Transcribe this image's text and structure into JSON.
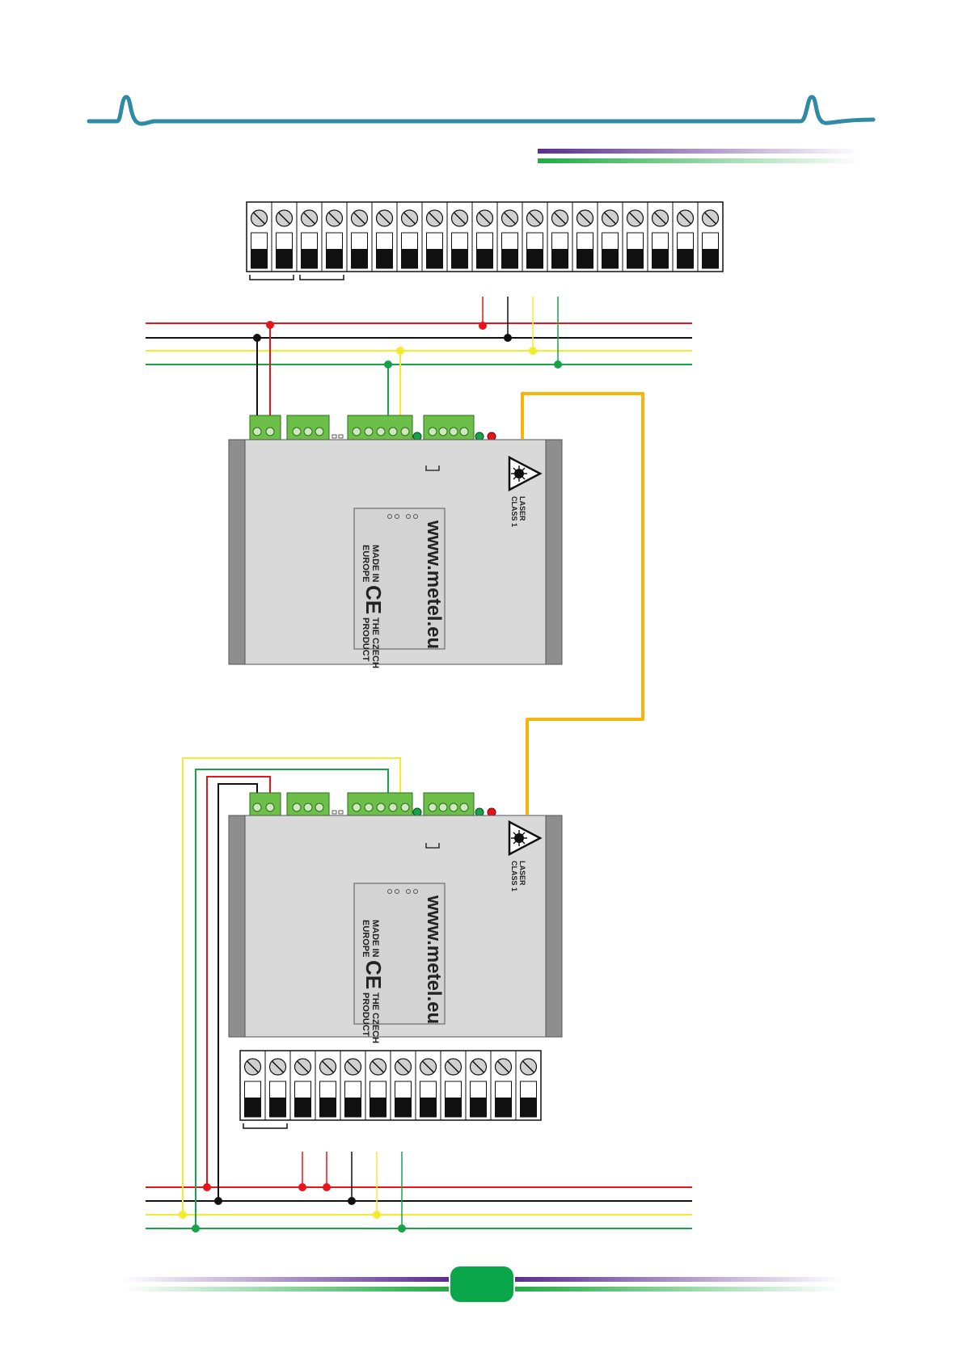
{
  "colors": {
    "brand_teal": "#2f8aa3",
    "purple": "#5b2d8c",
    "green": "#22aa44",
    "wire_red": "#e8141b",
    "wire_black": "#111111",
    "wire_yellow": "#f2ec2a",
    "wire_green": "#16a34a",
    "fiber_orange": "#f5b50a",
    "device_body": "#d9d9d9",
    "device_rail": "#8e8e8e",
    "connector_green": "#6cc04a",
    "page_badge": "#0aa64a"
  },
  "icons": [
    "laser-warning-icon",
    "ce-mark-icon",
    "screw-terminal-icon"
  ],
  "modules": [
    {
      "laser_label": [
        "LASER",
        "CLASS 1"
      ],
      "url": "www.metel.eu",
      "made_in": [
        "MADE IN",
        "EUROPE"
      ],
      "ce_mark": "CE",
      "czech_product": [
        "THE CZECH",
        "PRODUCT"
      ]
    },
    {
      "laser_label": [
        "LASER",
        "CLASS 1"
      ],
      "url": "www.metel.eu",
      "made_in": [
        "MADE IN",
        "EUROPE"
      ],
      "ce_mark": "CE",
      "czech_product": [
        "THE CZECH",
        "PRODUCT"
      ]
    }
  ],
  "terminal_blocks": [
    {
      "name": "top",
      "terminal_count": 19
    },
    {
      "name": "bottom",
      "terminal_count": 12
    }
  ],
  "page_number": ""
}
